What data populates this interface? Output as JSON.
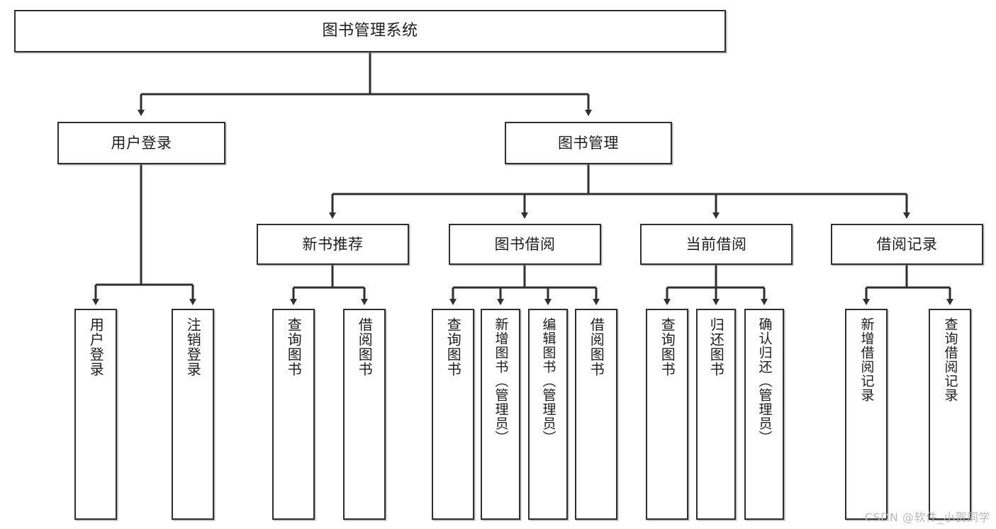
{
  "diagram": {
    "title": "图书管理系统",
    "type": "tree",
    "watermark": "CSDN @软件_小贺同学",
    "colors": {
      "box_border": "#2f2f2f",
      "box_fill": "#ffffff",
      "line": "#2f2f2f",
      "text": "#1d1d1d",
      "watermark": "#b9b9b9"
    },
    "root": {
      "label": "图书管理系统"
    },
    "level2": [
      {
        "label": "用户登录"
      },
      {
        "label": "图书管理"
      }
    ],
    "level3": [
      {
        "label": "新书推荐"
      },
      {
        "label": "图书借阅"
      },
      {
        "label": "当前借阅"
      },
      {
        "label": "借阅记录"
      }
    ],
    "leaves": [
      {
        "label": "用户登录",
        "parent": "用户登录"
      },
      {
        "label": "注销登录",
        "parent": "用户登录"
      },
      {
        "label": "查询图书",
        "parent": "新书推荐"
      },
      {
        "label": "借阅图书",
        "parent": "新书推荐"
      },
      {
        "label": "查询图书",
        "parent": "图书借阅"
      },
      {
        "label": "新增图书（管理员）",
        "parent": "图书借阅"
      },
      {
        "label": "编辑图书（管理员）",
        "parent": "图书借阅"
      },
      {
        "label": "借阅图书",
        "parent": "图书借阅"
      },
      {
        "label": "查询图书",
        "parent": "当前借阅"
      },
      {
        "label": "归还图书",
        "parent": "当前借阅"
      },
      {
        "label": "确认归还（管理员）",
        "parent": "当前借阅"
      },
      {
        "label": "新增借阅记录",
        "parent": "借阅记录"
      },
      {
        "label": "查询借阅记录",
        "parent": "借阅记录"
      }
    ]
  }
}
